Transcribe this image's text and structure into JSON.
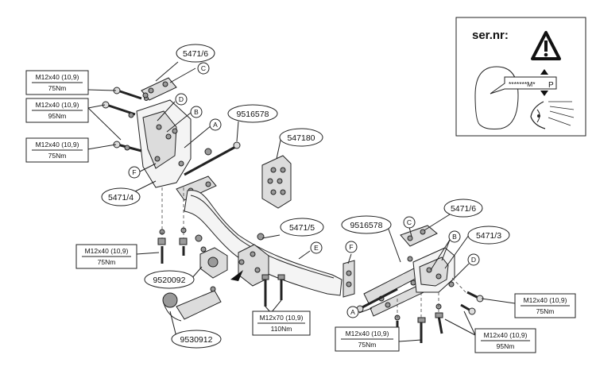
{
  "serial_box": {
    "title": "ser.nr:",
    "plate_text": "*******M*",
    "plate_letter": "P"
  },
  "part_numbers": {
    "top_plate_left": "5471/6",
    "bolt_left": "9516578",
    "bracket_left": "5471/4",
    "electrical_plate": "547180",
    "crossbar": "5471/5",
    "socket_plate": "9520092",
    "ball": "9530912",
    "bolt_right": "9516578",
    "top_plate_right": "5471/6",
    "bracket_right": "5471/3"
  },
  "letters": {
    "top_left_c": "C",
    "left_d": "D",
    "left_b": "B",
    "left_a": "A",
    "left_f": "F",
    "center_e": "E",
    "center_f": "F",
    "right_c": "C",
    "right_b": "B",
    "right_d": "D",
    "right_a": "A"
  },
  "torque_specs": {
    "left_top": {
      "bolt": "M12x40 (10,9)",
      "torque": "75Nm"
    },
    "left_mid": {
      "bolt": "M12x40 (10,9)",
      "torque": "95Nm"
    },
    "left_low": {
      "bolt": "M12x40 (10,9)",
      "torque": "75Nm"
    },
    "left_bottom": {
      "bolt": "M12x40 (10,9)",
      "torque": "75Nm"
    },
    "center": {
      "bolt": "M12x70 (10,9)",
      "torque": "110Nm"
    },
    "bottom_mid": {
      "bolt": "M12x40 (10,9)",
      "torque": "75Nm"
    },
    "right_low": {
      "bolt": "M12x40 (10,9)",
      "torque": "75Nm"
    },
    "bottom_right": {
      "bolt": "M12x40 (10,9)",
      "torque": "95Nm"
    }
  }
}
